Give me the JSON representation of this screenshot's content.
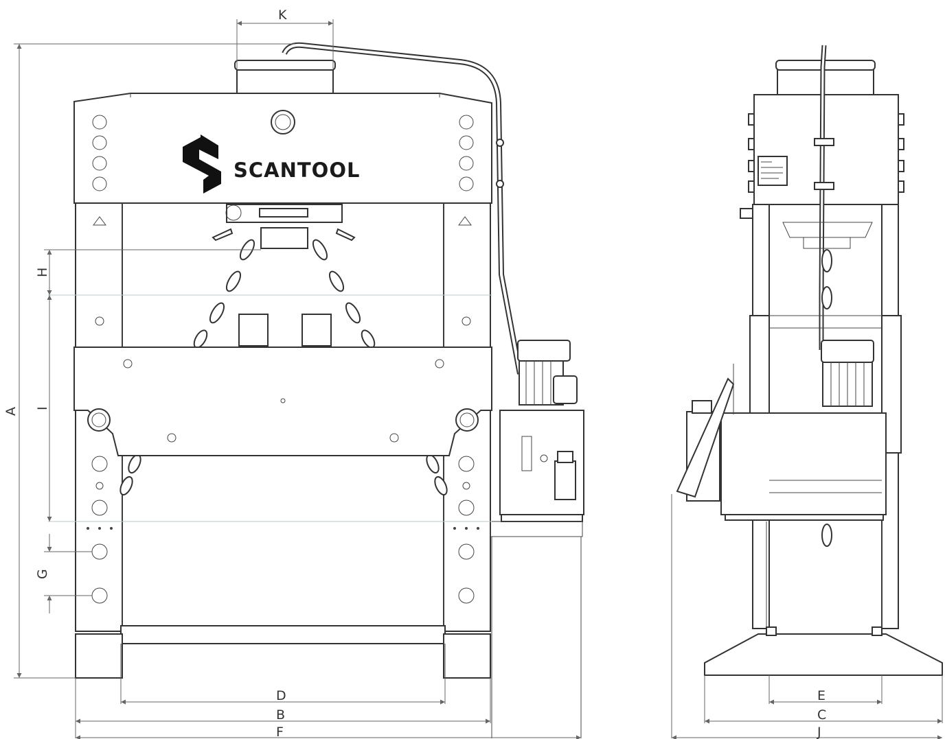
{
  "brand": {
    "name": "SCANTOOL"
  },
  "front_view": {
    "dimension_labels": {
      "A": "A",
      "B": "B",
      "D": "D",
      "F": "F",
      "G": "G",
      "H": "H",
      "I": "I",
      "K": "K"
    }
  },
  "side_view": {
    "dimension_labels": {
      "C": "C",
      "E": "E",
      "J": "J"
    }
  }
}
